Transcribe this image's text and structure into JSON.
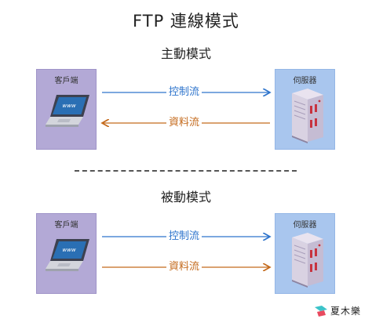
{
  "title": "FTP 連線模式",
  "sections": [
    {
      "title": "主動模式",
      "client_label": "客戶端",
      "server_label": "伺服器",
      "arrows": [
        {
          "label": "控制流",
          "direction": "client-to-server",
          "color": "#2e74cc"
        },
        {
          "label": "資料流",
          "direction": "server-to-client",
          "color": "#c46a1c"
        }
      ]
    },
    {
      "title": "被動模式",
      "client_label": "客戶端",
      "server_label": "伺服器",
      "arrows": [
        {
          "label": "控制流",
          "direction": "client-to-server",
          "color": "#2e74cc"
        },
        {
          "label": "資料流",
          "direction": "client-to-server",
          "color": "#c46a1c"
        }
      ]
    }
  ],
  "screen_text": "www",
  "logo": {
    "text": "夏木樂"
  },
  "colors": {
    "client_box": "#b3a9d6",
    "server_box": "#a9c6ee",
    "control": "#2e74cc",
    "data": "#c46a1c"
  }
}
